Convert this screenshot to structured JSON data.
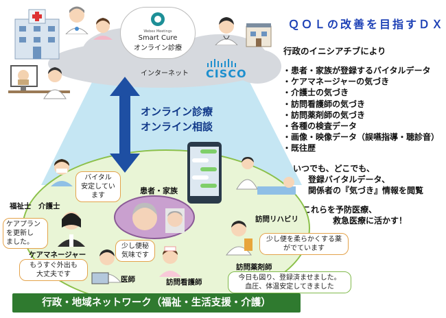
{
  "title": "ＱＯＬの改善を目指すＤＸ",
  "initiative": "行政のイニシアチブにより",
  "data_items": [
    "・患者・家族が登録するバイタルデータ",
    "・ケアマネージャーの気づき",
    "・介護士の気づき",
    "・訪問看護師の気づき",
    "・訪問薬剤師の気づき",
    "・各種の検査データ",
    "・画像・映像データ（誤嚥指導・聴診音）",
    "・既往歴"
  ],
  "para1": [
    "いつでも、どこでも、",
    "登録バイタルデータ、",
    "関係者の『気づき』情報を閲覧"
  ],
  "para2": [
    "これらを予防医療、",
    "救急医療に活かす！"
  ],
  "cloud": {
    "brand_small": "Webex Meetings",
    "brand": "Smart Cure",
    "service": "オンライン診療",
    "internet": "インターネット",
    "cisco": "CISCO"
  },
  "online": [
    "オンライン診療",
    "オンライン相談"
  ],
  "center_label": "患者・家族",
  "roles": {
    "welfare_carer": "福祉士　介護士",
    "care_manager": "ケアマネージャー",
    "doctor": "医師",
    "visiting_nurse": "訪問看護師",
    "visiting_pharmacist": "訪問薬剤師",
    "visiting_rehab": "訪問リハビリ"
  },
  "bubbles": {
    "vital": [
      "バイタル",
      "安定してい",
      "ます"
    ],
    "careplan": [
      "ケアプラン",
      "を更新し",
      "ました。"
    ],
    "outing": [
      "もうすぐ外出も",
      "大丈夫です"
    ],
    "constipation": [
      "少し便秘",
      "気味です"
    ],
    "medicine": [
      "少し便を柔らかくする薬",
      "がでています"
    ],
    "nurse_report": [
      "今日も図り、登録済ませました。",
      "血圧、体温安定してきました"
    ]
  },
  "bottom_banner": "行政・地域ネットワーク（福祉・生活支援・介護）",
  "colors": {
    "title": "#1b3fb5",
    "banner": "#2f7a2f",
    "ellipse_fill": "#e9f5d6",
    "ellipse_border": "#8bc04a",
    "arrow": "#1e4fa3",
    "beam": "#bfe3f1"
  }
}
